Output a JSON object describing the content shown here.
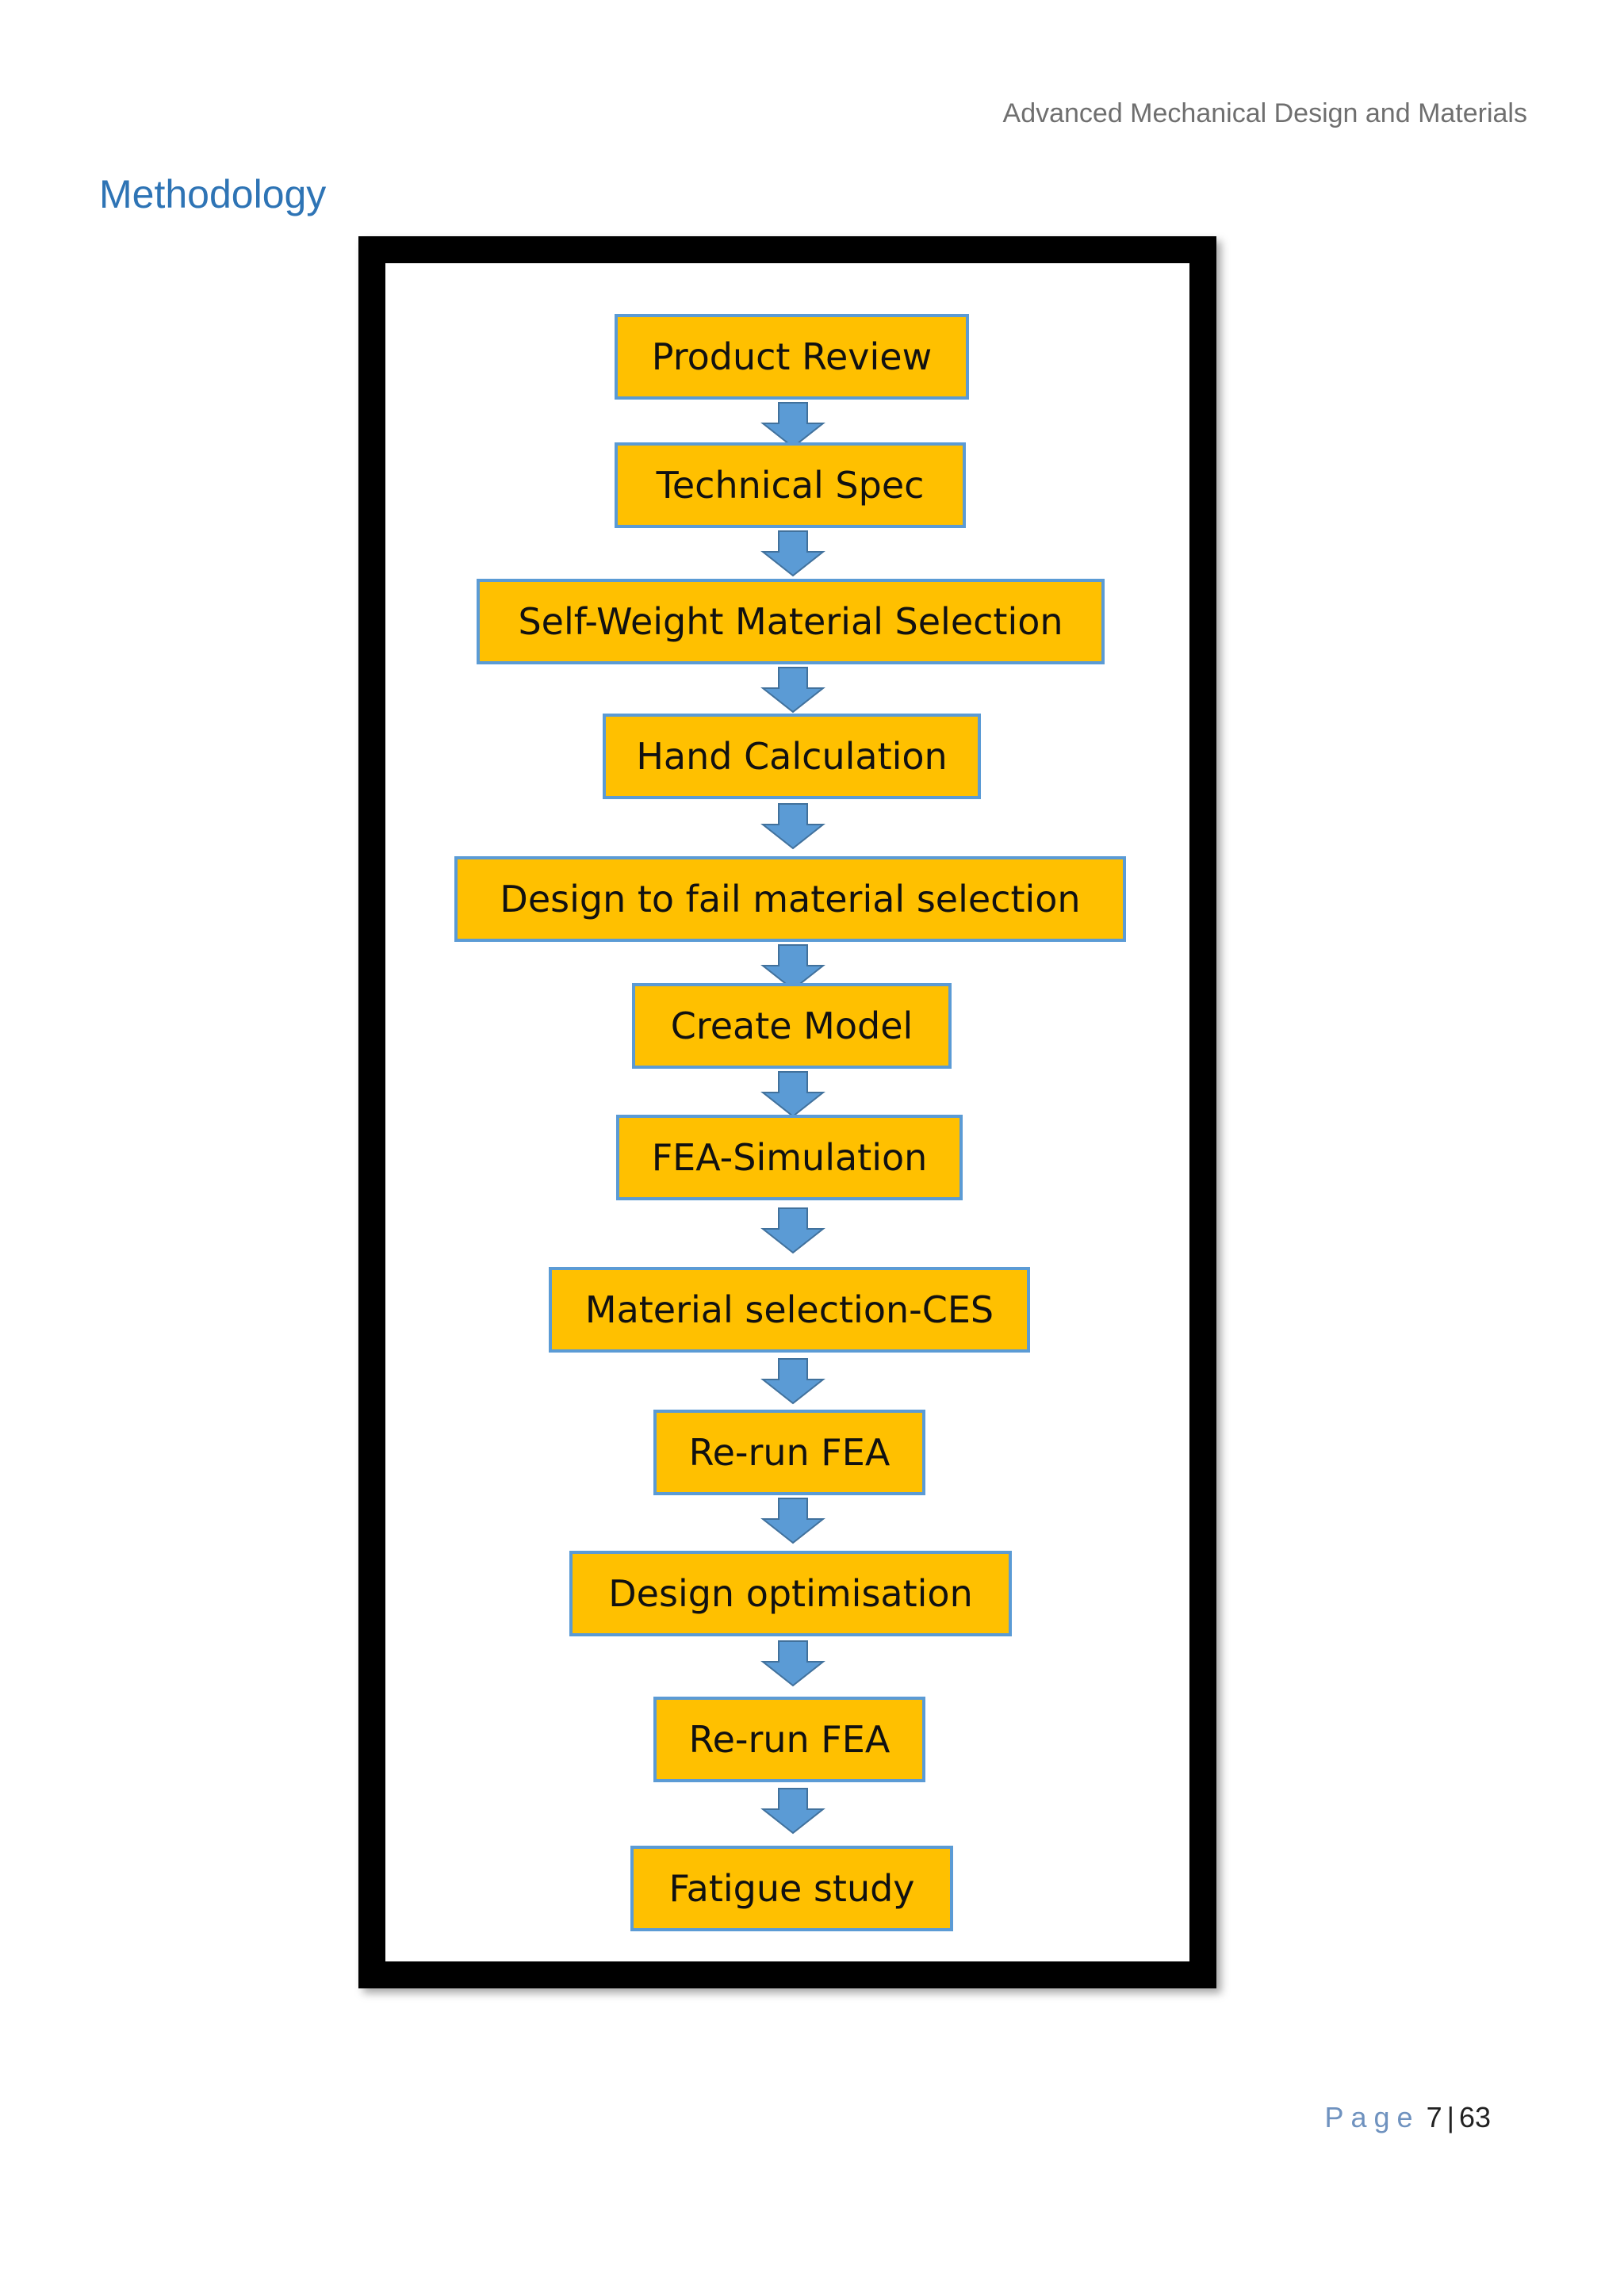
{
  "header": {
    "title": "Advanced Mechanical Design and Materials"
  },
  "section": {
    "heading": "Methodology"
  },
  "flowchart": {
    "colors": {
      "box_fill": "#ffc000",
      "box_border": "#5b9bd5",
      "arrow": "#5b9bd5",
      "frame": "#000000"
    },
    "steps": [
      "Product Review",
      "Technical Spec",
      "Self-Weight Material Selection",
      "Hand Calculation",
      "Design to fail material selection",
      "Create Model",
      "FEA-Simulation",
      "Material selection-CES",
      "Re-run FEA",
      "Design optimisation",
      "Re-run FEA",
      "Fatigue study"
    ]
  },
  "footer": {
    "page_word": "Page",
    "page_number": "7",
    "separator": "|",
    "total_pages": "63"
  }
}
